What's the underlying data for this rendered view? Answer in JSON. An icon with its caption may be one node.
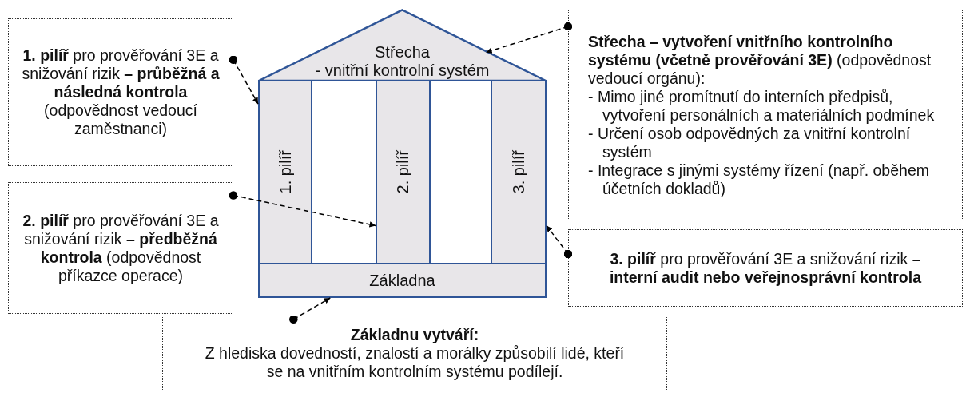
{
  "diagram": {
    "nodes": [
      {
        "text": [
          "**1. pilíř** pro prověřování 3E a snižování rizik **– průběžná a následná kontrola** (odpovědnost vedoucí zaměstnanci)"
        ]
      },
      {
        "text": [
          "Střecha",
          "- vnitřní kontrolní systém"
        ]
      },
      {
        "text": [
          "**Střecha – vytvoření vnitřního kontrolního systému (včetně prověřování 3E)** (odpovědnost vedoucí orgánu):",
          "- Mimo jiné promítnutí do interních předpisů, vytvoření personálních a materiálních podmínek",
          "- Určení osob odpovědných za vnitřní kontrolní systém",
          "- Integrace s jinými systémy řízení (např. oběhem účetních dokladů)"
        ]
      },
      {
        "text": [
          "1. pilíř"
        ]
      },
      {
        "text": [
          "2. pilíř"
        ]
      },
      {
        "text": [
          "3. pilíř"
        ]
      },
      {
        "text": [
          "**2. pilíř** pro prověřování 3E a snižování rizik **– předběžná kontrola** (odpovědnost příkazce operace)"
        ]
      },
      {
        "text": [
          "**3. pilíř** pro prověřování 3E a snižování rizik **– interní audit nebo veřejnosprávní kontrola**"
        ]
      },
      {
        "text": [
          "Základna"
        ]
      },
      {
        "text": [
          "**Základnu vytváří:** Z hlediska dovedností, znalostí a morálky způsobilí lidé, kteří se na vnitřním kontrolním systému podílejí."
        ]
      }
    ],
    "edges": [
      {
        "from": 0,
        "to": 3,
        "arrow": "to",
        "style": "dashed"
      },
      {
        "from": 2,
        "to": 1,
        "arrow": "to",
        "style": "dashed"
      },
      {
        "from": 6,
        "to": 4,
        "arrow": "to",
        "style": "dashed"
      },
      {
        "from": 7,
        "to": 5,
        "arrow": "to",
        "style": "dashed"
      },
      {
        "from": 9,
        "to": 8,
        "arrow": "to",
        "style": "dashed"
      }
    ]
  }
}
